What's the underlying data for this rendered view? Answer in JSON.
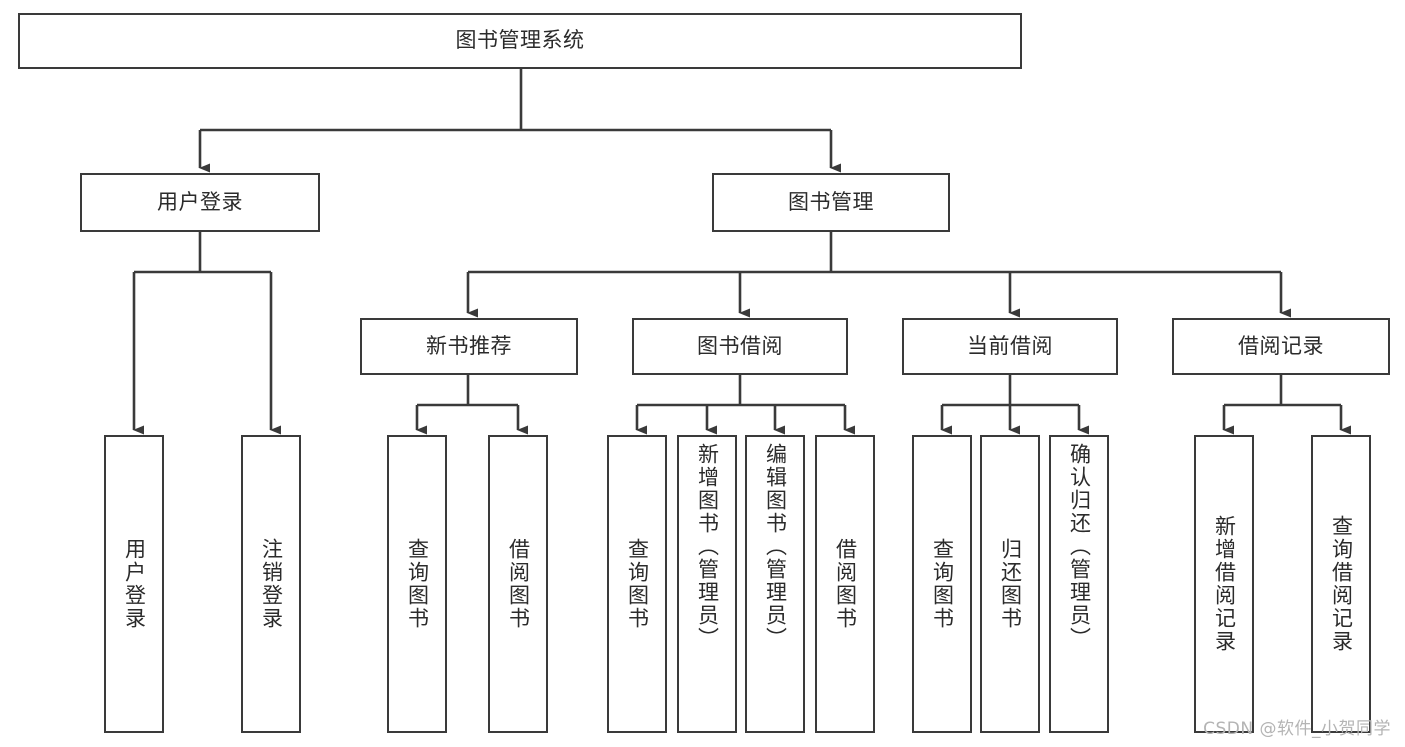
{
  "diagram": {
    "title": "图书管理系统",
    "type": "tree",
    "watermark": "CSDN @软件_小贺同学",
    "line_color": "#3a3a3a",
    "text_color": "#2b2b2b",
    "background": "#ffffff",
    "nodes": {
      "root": {
        "label": "图书管理系统",
        "orientation": "horizontal"
      },
      "level2": [
        {
          "id": "user-login",
          "label": "用户登录",
          "orientation": "horizontal"
        },
        {
          "id": "book-manage",
          "label": "图书管理",
          "orientation": "horizontal"
        }
      ],
      "level3": [
        {
          "id": "new-book-recommend",
          "label": "新书推荐",
          "orientation": "horizontal"
        },
        {
          "id": "book-borrow",
          "label": "图书借阅",
          "orientation": "horizontal"
        },
        {
          "id": "current-borrow",
          "label": "当前借阅",
          "orientation": "horizontal"
        },
        {
          "id": "borrow-record",
          "label": "借阅记录",
          "orientation": "horizontal"
        }
      ],
      "leaves": [
        {
          "id": "leaf-user-login",
          "label": "用户登录",
          "orientation": "vertical",
          "parent": "user-login"
        },
        {
          "id": "leaf-user-logout",
          "label": "注销登录",
          "orientation": "vertical",
          "parent": "user-login"
        },
        {
          "id": "leaf-query-book-1",
          "label": "查询图书",
          "orientation": "vertical",
          "parent": "new-book-recommend"
        },
        {
          "id": "leaf-borrow-book-1",
          "label": "借阅图书",
          "orientation": "vertical",
          "parent": "new-book-recommend"
        },
        {
          "id": "leaf-query-book-2",
          "label": "查询图书",
          "orientation": "vertical",
          "parent": "book-borrow"
        },
        {
          "id": "leaf-add-book",
          "label": "新增图书（管理员）",
          "orientation": "vertical",
          "parent": "book-borrow"
        },
        {
          "id": "leaf-edit-book",
          "label": "编辑图书（管理员）",
          "orientation": "vertical",
          "parent": "book-borrow"
        },
        {
          "id": "leaf-borrow-book-2",
          "label": "借阅图书",
          "orientation": "vertical",
          "parent": "book-borrow"
        },
        {
          "id": "leaf-query-book-3",
          "label": "查询图书",
          "orientation": "vertical",
          "parent": "current-borrow"
        },
        {
          "id": "leaf-return-book",
          "label": "归还图书",
          "orientation": "vertical",
          "parent": "current-borrow"
        },
        {
          "id": "leaf-confirm-return",
          "label": "确认归还（管理员）",
          "orientation": "vertical",
          "parent": "current-borrow"
        },
        {
          "id": "leaf-add-record",
          "label": "新增借阅记录",
          "orientation": "vertical",
          "parent": "borrow-record"
        },
        {
          "id": "leaf-query-record",
          "label": "查询借阅记录",
          "orientation": "vertical",
          "parent": "borrow-record"
        }
      ]
    }
  }
}
